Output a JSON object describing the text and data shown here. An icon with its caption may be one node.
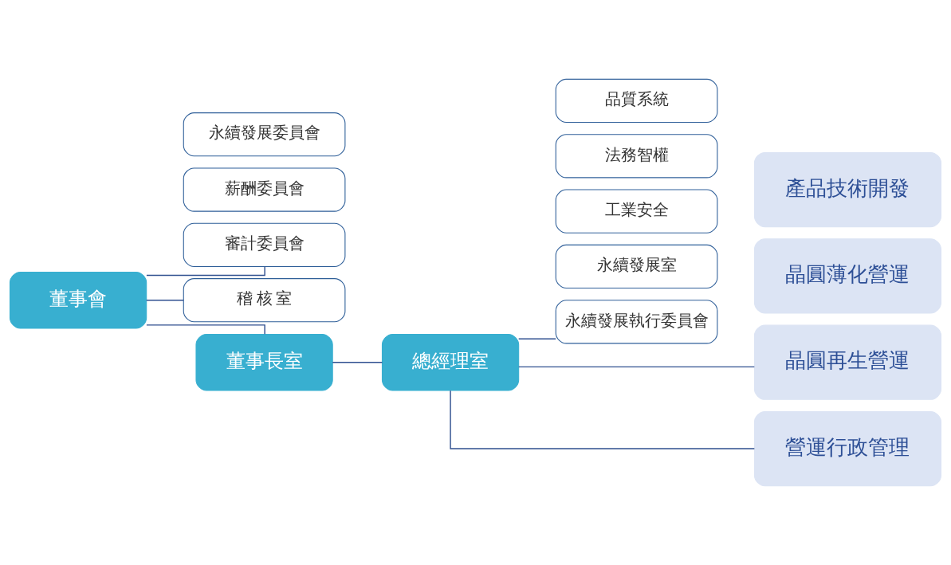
{
  "diagram": {
    "nodes": [
      {
        "text": [
          "董事會"
        ]
      },
      {
        "text": [
          "審計委員會"
        ]
      },
      {
        "text": [
          "薪酬委員會"
        ]
      },
      {
        "text": [
          "永續發展委員會"
        ]
      },
      {
        "text": [
          "稽 核 室"
        ]
      },
      {
        "text": [
          "董事長室"
        ]
      },
      {
        "text": [
          "總經理室"
        ]
      },
      {
        "text": [
          "永續發展執行委員會"
        ]
      },
      {
        "text": [
          "永續發展室"
        ]
      },
      {
        "text": [
          "工業安全"
        ]
      },
      {
        "text": [
          "法務智權"
        ]
      },
      {
        "text": [
          "品質系統"
        ]
      },
      {
        "text": [
          "晶圓再生營運"
        ]
      },
      {
        "text": [
          "晶圓薄化營運"
        ]
      },
      {
        "text": [
          "產品技術開發"
        ]
      },
      {
        "text": [
          "營運行政管理"
        ]
      }
    ],
    "edges": [
      {
        "from": 0,
        "to": 1,
        "arrow": "none"
      },
      {
        "from": 0,
        "to": 4,
        "arrow": "none"
      },
      {
        "from": 0,
        "to": 5,
        "arrow": "none"
      },
      {
        "from": 5,
        "to": 6,
        "arrow": "none"
      },
      {
        "from": 6,
        "to": 7,
        "arrow": "none"
      },
      {
        "from": 6,
        "to": 12,
        "arrow": "none"
      },
      {
        "from": 6,
        "to": 15,
        "arrow": "none"
      }
    ]
  }
}
